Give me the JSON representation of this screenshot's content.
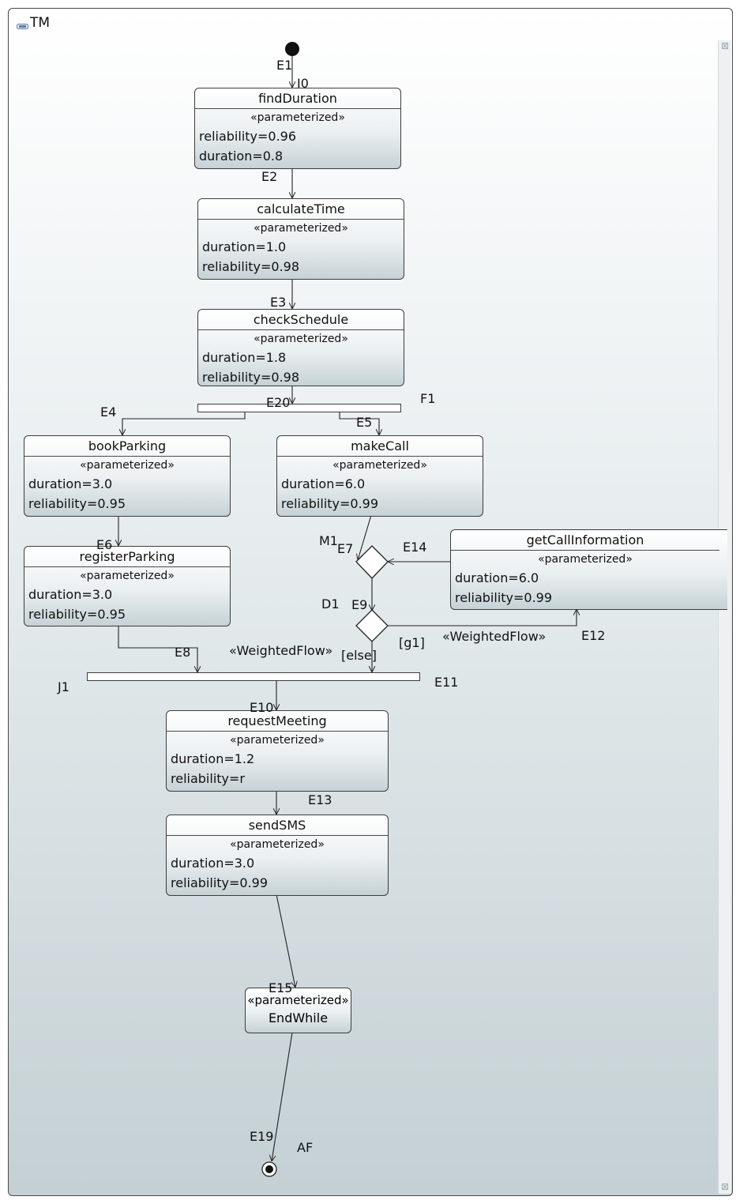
{
  "diagram": {
    "title": "TM",
    "nodes": {
      "findDuration": {
        "title": "findDuration",
        "stereotype": "«parameterized»",
        "props": [
          "reliability=0.96",
          "duration=0.8"
        ]
      },
      "calculateTime": {
        "title": "calculateTime",
        "stereotype": "«parameterized»",
        "props": [
          "duration=1.0",
          "reliability=0.98"
        ]
      },
      "checkSchedule": {
        "title": "checkSchedule",
        "stereotype": "«parameterized»",
        "props": [
          "duration=1.8",
          "reliability=0.98"
        ]
      },
      "bookParking": {
        "title": "bookParking",
        "stereotype": "«parameterized»",
        "props": [
          "duration=3.0",
          "reliability=0.95"
        ]
      },
      "makeCall": {
        "title": "makeCall",
        "stereotype": "«parameterized»",
        "props": [
          "duration=6.0",
          "reliability=0.99"
        ]
      },
      "registerParking": {
        "title": "registerParking",
        "stereotype": "«parameterized»",
        "props": [
          "duration=3.0",
          "reliability=0.95"
        ]
      },
      "getCallInformation": {
        "title": "getCallInformation",
        "stereotype": "«parameterized»",
        "props": [
          "duration=6.0",
          "reliability=0.99"
        ]
      },
      "requestMeeting": {
        "title": "requestMeeting",
        "stereotype": "«parameterized»",
        "props": [
          "duration=1.2",
          "reliability=r"
        ]
      },
      "sendSMS": {
        "title": "sendSMS",
        "stereotype": "«parameterized»",
        "props": [
          "duration=3.0",
          "reliability=0.99"
        ]
      },
      "endWhile": {
        "stereotype": "«parameterized»",
        "name": "EndWhile"
      }
    },
    "labels": {
      "E1": "E1",
      "I0": "I0",
      "E2": "E2",
      "E3": "E3",
      "E20": "E20",
      "F1": "F1",
      "E4": "E4",
      "E5": "E5",
      "E6": "E6",
      "M1": "M1",
      "E7": "E7",
      "E14": "E14",
      "D1": "D1",
      "E9": "E9",
      "g1": "[g1]",
      "weighted1": "«WeightedFlow»",
      "E12": "E12",
      "E8": "E8",
      "weighted2": "«WeightedFlow»",
      "else": "[else]",
      "J1": "J1",
      "E11": "E11",
      "E10": "E10",
      "E13": "E13",
      "E15": "E15",
      "E19": "E19",
      "AF": "AF"
    }
  }
}
